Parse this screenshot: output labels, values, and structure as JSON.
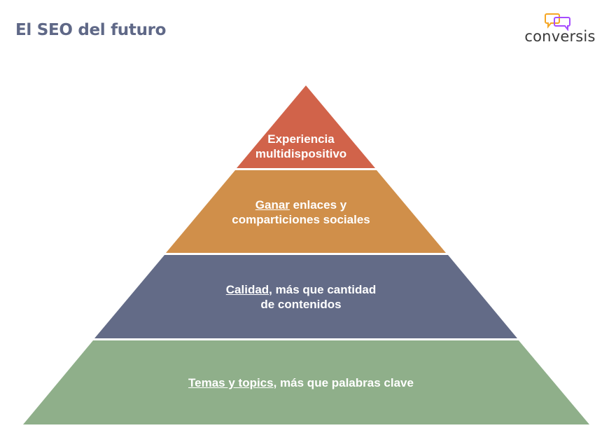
{
  "slide": {
    "title": "El SEO del futuro"
  },
  "logo": {
    "text": "conversis",
    "icon": "chat-bubbles-icon",
    "colors": {
      "bubble_left": "#f5a623",
      "bubble_right": "#a64dff"
    }
  },
  "pyramid": {
    "apex": [
      437,
      122
    ],
    "base_left": [
      33,
      606
    ],
    "base_right": [
      842,
      606
    ],
    "levels": [
      {
        "id": "experiencia",
        "color": "#d1634a",
        "lines": [
          {
            "underlined": "",
            "rest": "Experiencia"
          },
          {
            "underlined": "",
            "rest": "multidispositivo"
          }
        ]
      },
      {
        "id": "ganar",
        "color": "#d08f4a",
        "lines": [
          {
            "underlined": "Ganar",
            "rest": " enlaces y"
          },
          {
            "underlined": "",
            "rest": "comparticiones sociales"
          }
        ]
      },
      {
        "id": "calidad",
        "color": "#636b87",
        "lines": [
          {
            "underlined": "Calidad",
            "rest": ", más que cantidad"
          },
          {
            "underlined": "",
            "rest": "de contenidos"
          }
        ]
      },
      {
        "id": "temas",
        "color": "#8faf8a",
        "lines": [
          {
            "underlined": "Temas y topics",
            "rest": ", más que palabras clave"
          }
        ]
      }
    ]
  }
}
